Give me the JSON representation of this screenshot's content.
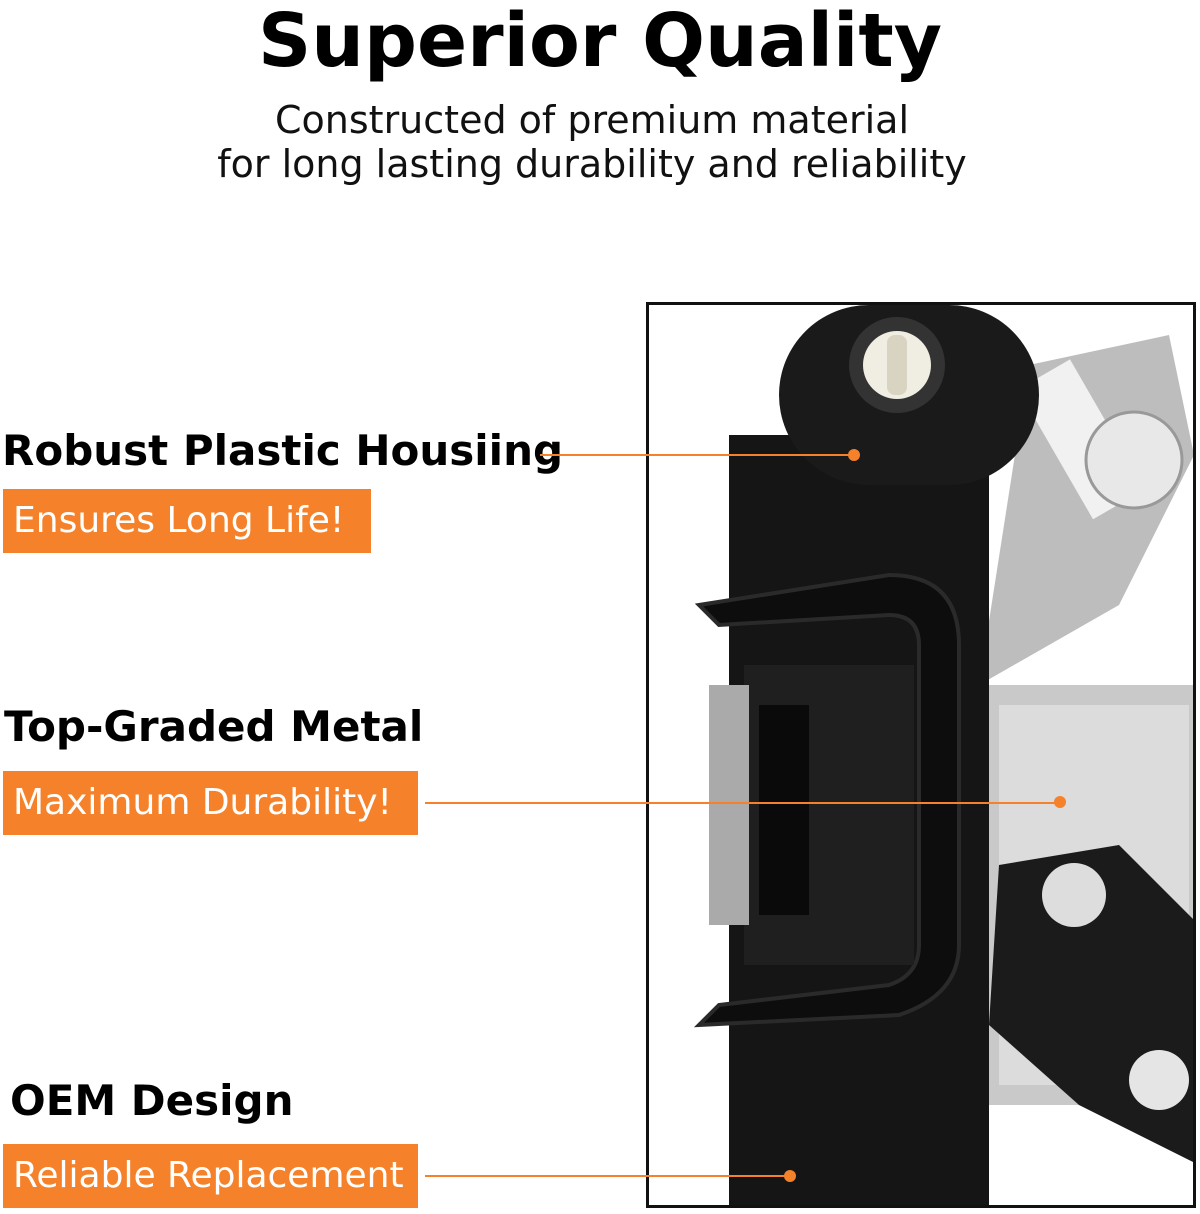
{
  "header": {
    "title": "Superior Quality",
    "subtitle_line1": "Constructed of premium material",
    "subtitle_line2": "for long lasting durability and reliability"
  },
  "features": [
    {
      "title": "Robust Plastic Housiing",
      "badge": "Ensures Long Life!"
    },
    {
      "title": "Top-Graded Metal",
      "badge": "Maximum Durability!"
    },
    {
      "title": "OEM Design",
      "badge": "Reliable Replacement"
    }
  ],
  "colors": {
    "accent": "#f5822a"
  }
}
